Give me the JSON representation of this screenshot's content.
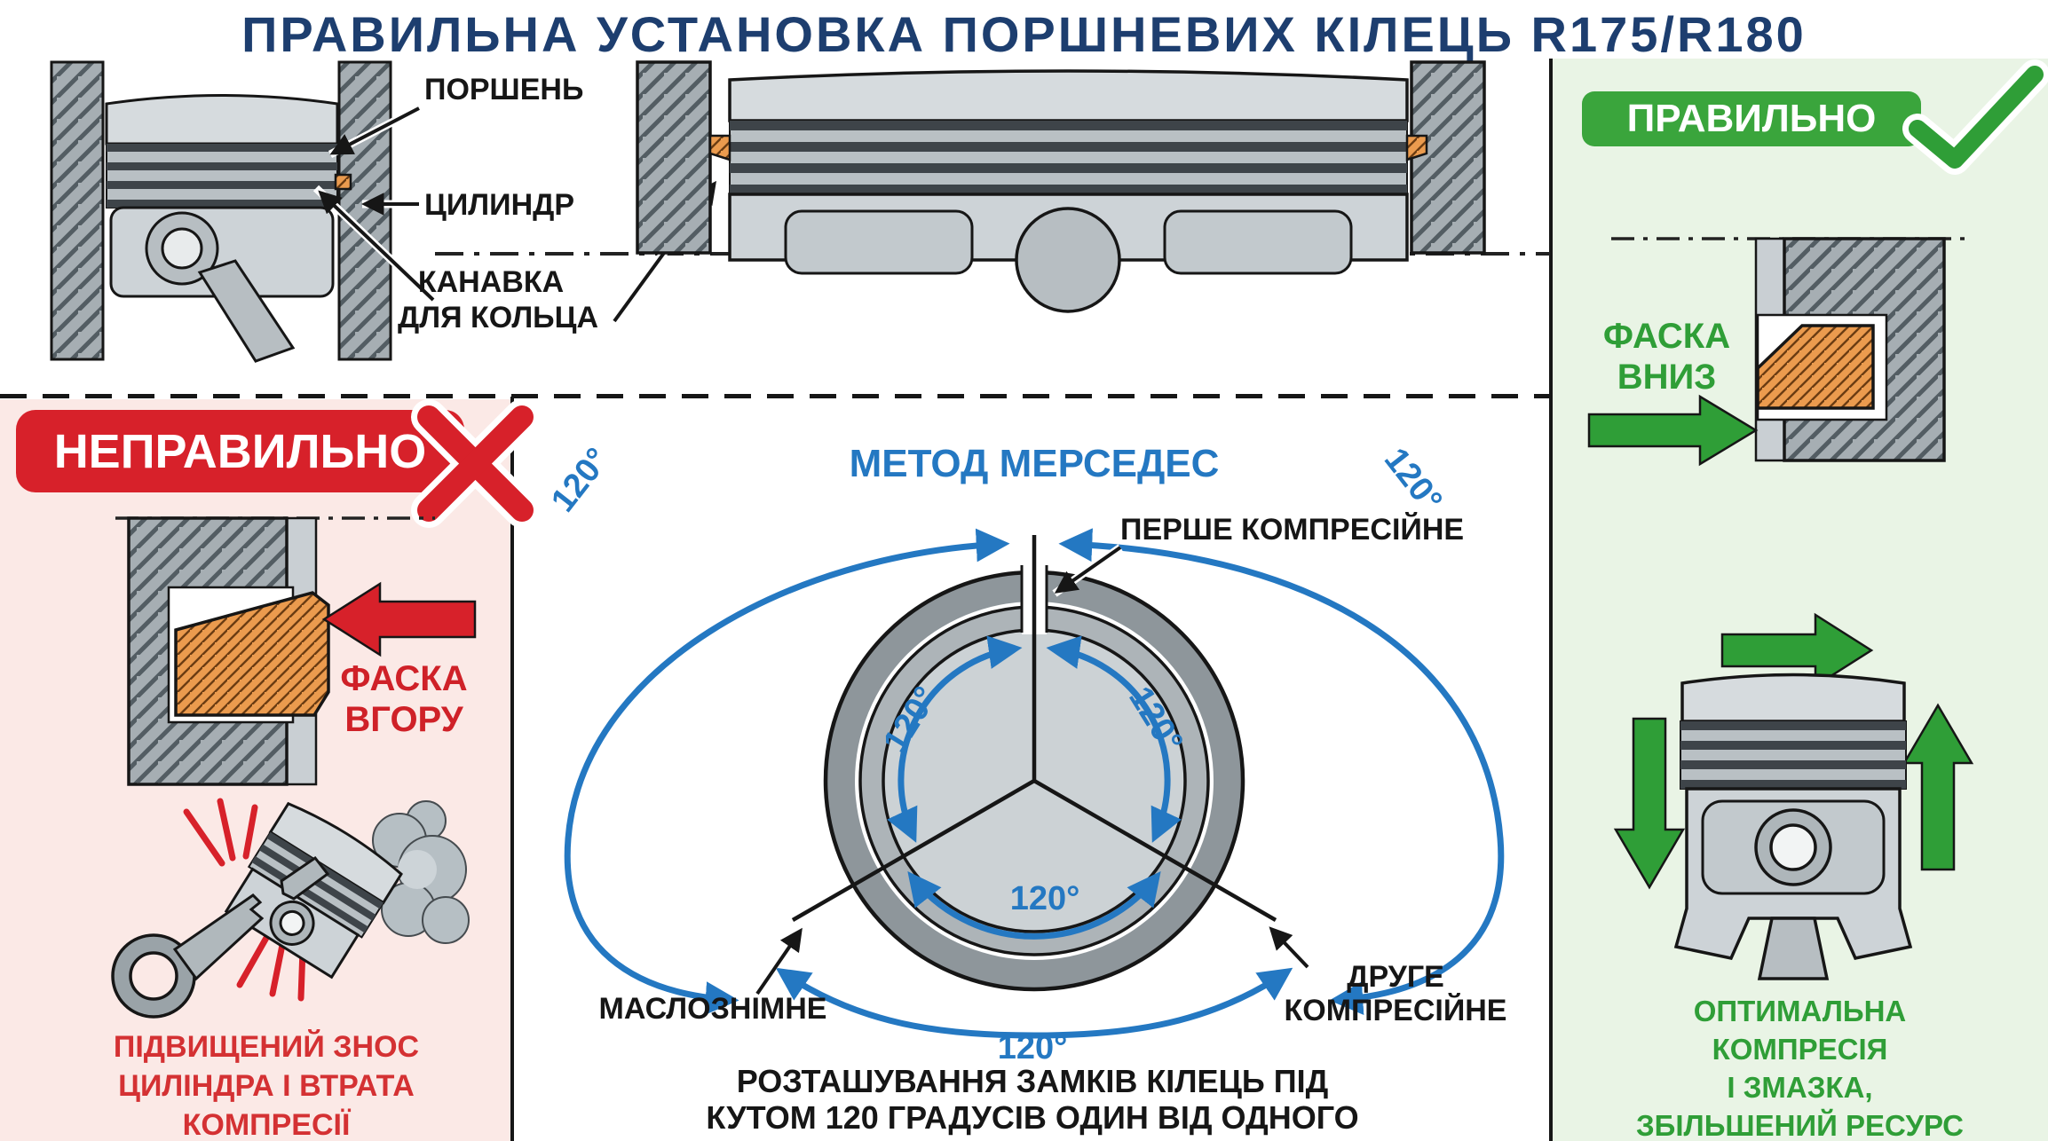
{
  "title": "ПРАВИЛЬНА УСТАНОВКА ПОРШНЕВИХ КІЛЕЦЬ R175/R180",
  "colors": {
    "navy": "#1d3e6f",
    "blue": "#2478c2",
    "green": "#2f9e37",
    "green_panel": "#e9f4e5",
    "red": "#d7212a",
    "pink_panel": "#fbe9e6",
    "orange_ring": "#eb9b4e"
  },
  "top_left_diagram": {
    "label_piston": "ПОРШЕНЬ",
    "label_cylinder": "ЦИЛИНДР",
    "label_groove_line1": "КАНАВКА",
    "label_groove_line2": "ДЛЯ КОЛЬЦА"
  },
  "correct_panel": {
    "badge": "ПРАВИЛЬНО",
    "chamfer_line1": "ФАСКА",
    "chamfer_line2": "ВНИЗ",
    "result_line1": "ОПТИМАЛЬНА",
    "result_line2": "КОМПРЕСІЯ",
    "result_line3": "І ЗМАЗКА,",
    "result_line4": "ЗБІЛЬШЕНИЙ РЕСУРС"
  },
  "wrong_panel": {
    "badge": "НЕПРАВИЛЬНО",
    "chamfer_line1": "ФАСКА",
    "chamfer_line2": "ВГОРУ",
    "result_line1": "ПІДВИЩЕНИЙ ЗНОС",
    "result_line2": "ЦИЛІНДРА І ВТРАТА",
    "result_line3": "КОМПРЕСІЇ"
  },
  "mercedes_method": {
    "title": "МЕТОД МЕРСЕДЕС",
    "angle": "120°",
    "label_first_ring": "ПЕРШЕ КОМПРЕСІЙНЕ",
    "label_oil_ring": "МАСЛОЗНІМНЕ",
    "label_second_ring_line1": "ДРУГЕ",
    "label_second_ring_line2": "КОМПРЕСІЙНЕ",
    "caption_line1": "РОЗТАШУВАННЯ ЗАМКІВ КІЛЕЦЬ ПІД",
    "caption_line2": "КУТОМ 120 ГРАДУСІВ ОДИН ВІД ОДНОГО"
  }
}
